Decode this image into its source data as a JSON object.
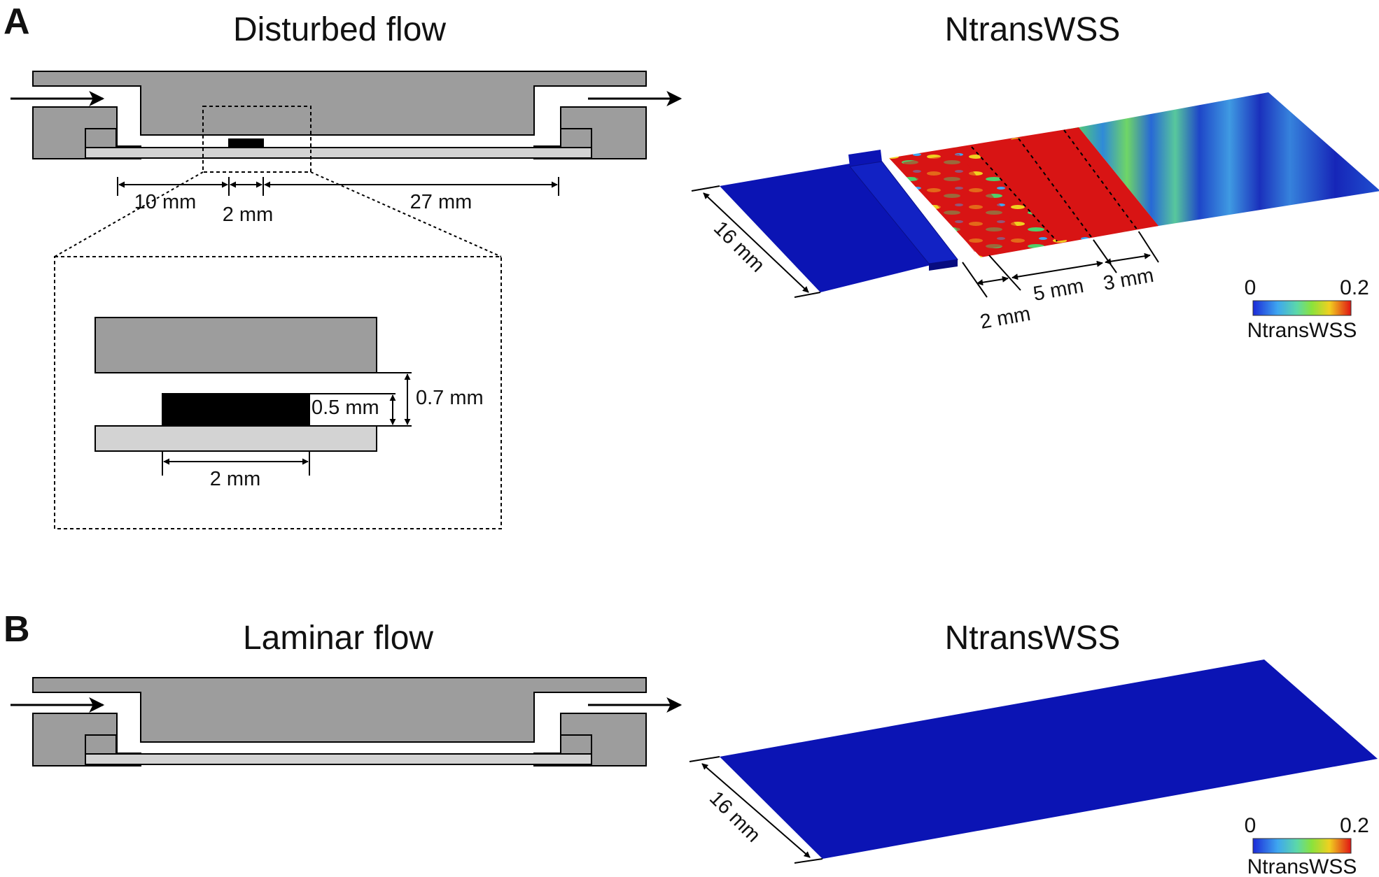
{
  "panelA": {
    "letter": "A",
    "left_title": "Disturbed flow",
    "right_title": "NtransWSS",
    "dims": {
      "inlet_gap": "10 mm",
      "obstacle_length": "2 mm",
      "outlet_gap": "27 mm",
      "inset_obstacle_length": "2 mm",
      "obstacle_height": "0.5 mm",
      "channel_height": "0.7 mm",
      "plate_width": "16 mm",
      "step_len": "2 mm",
      "region1": "5 mm",
      "region2": "3 mm"
    },
    "colorbar": {
      "min": "0",
      "max": "0.2",
      "label": "NtransWSS"
    }
  },
  "panelB": {
    "letter": "B",
    "left_title": "Laminar flow",
    "right_title": "NtransWSS",
    "dims": {
      "plate_width": "16 mm"
    },
    "colorbar": {
      "min": "0",
      "max": "0.2",
      "label": "NtransWSS"
    }
  },
  "colors": {
    "housing": "#9d9d9d",
    "slide": "#d3d3d3",
    "obstacle": "#000000",
    "wss_low": "#0b14b4",
    "wss_high": "#d71414",
    "wss_mid": "#4fd06a"
  }
}
